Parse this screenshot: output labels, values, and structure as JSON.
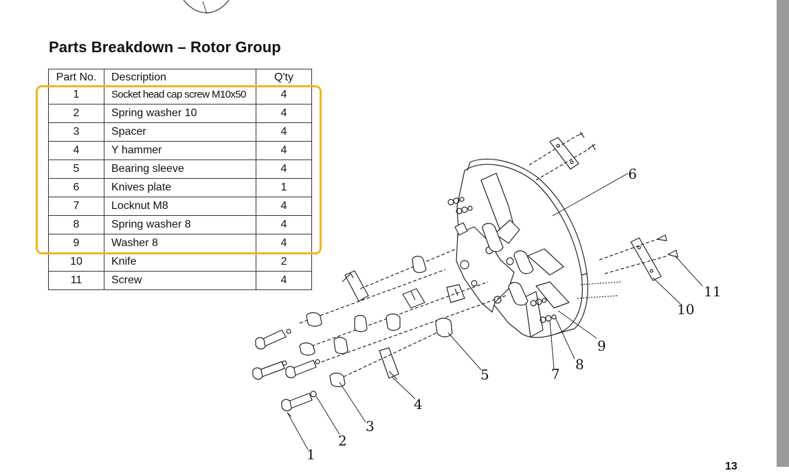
{
  "document": {
    "title": "Parts Breakdown – Rotor Group",
    "page_number": "13"
  },
  "table": {
    "headers": [
      "Part No.",
      "Description",
      "Q'ty"
    ],
    "rows": [
      {
        "no": "1",
        "description": "Socket head cap screw M10x50",
        "qty": "4"
      },
      {
        "no": "2",
        "description": "Spring washer 10",
        "qty": "4"
      },
      {
        "no": "3",
        "description": "Spacer",
        "qty": "4"
      },
      {
        "no": "4",
        "description": "Y hammer",
        "qty": "4"
      },
      {
        "no": "5",
        "description": "Bearing sleeve",
        "qty": "4"
      },
      {
        "no": "6",
        "description": "Knives plate",
        "qty": "1"
      },
      {
        "no": "7",
        "description": "Locknut M8",
        "qty": "4"
      },
      {
        "no": "8",
        "description": "Spring washer 8",
        "qty": "4"
      },
      {
        "no": "9",
        "description": "Washer 8",
        "qty": "4"
      },
      {
        "no": "10",
        "description": "Knife",
        "qty": "2"
      },
      {
        "no": "11",
        "description": "Screw",
        "qty": "4"
      }
    ],
    "highlighted_rows": [
      1,
      9
    ],
    "highlight_color": "#f2b51d"
  },
  "diagram": {
    "callouts": [
      "1",
      "2",
      "3",
      "4",
      "5",
      "6",
      "7",
      "8",
      "9",
      "10",
      "11"
    ]
  }
}
